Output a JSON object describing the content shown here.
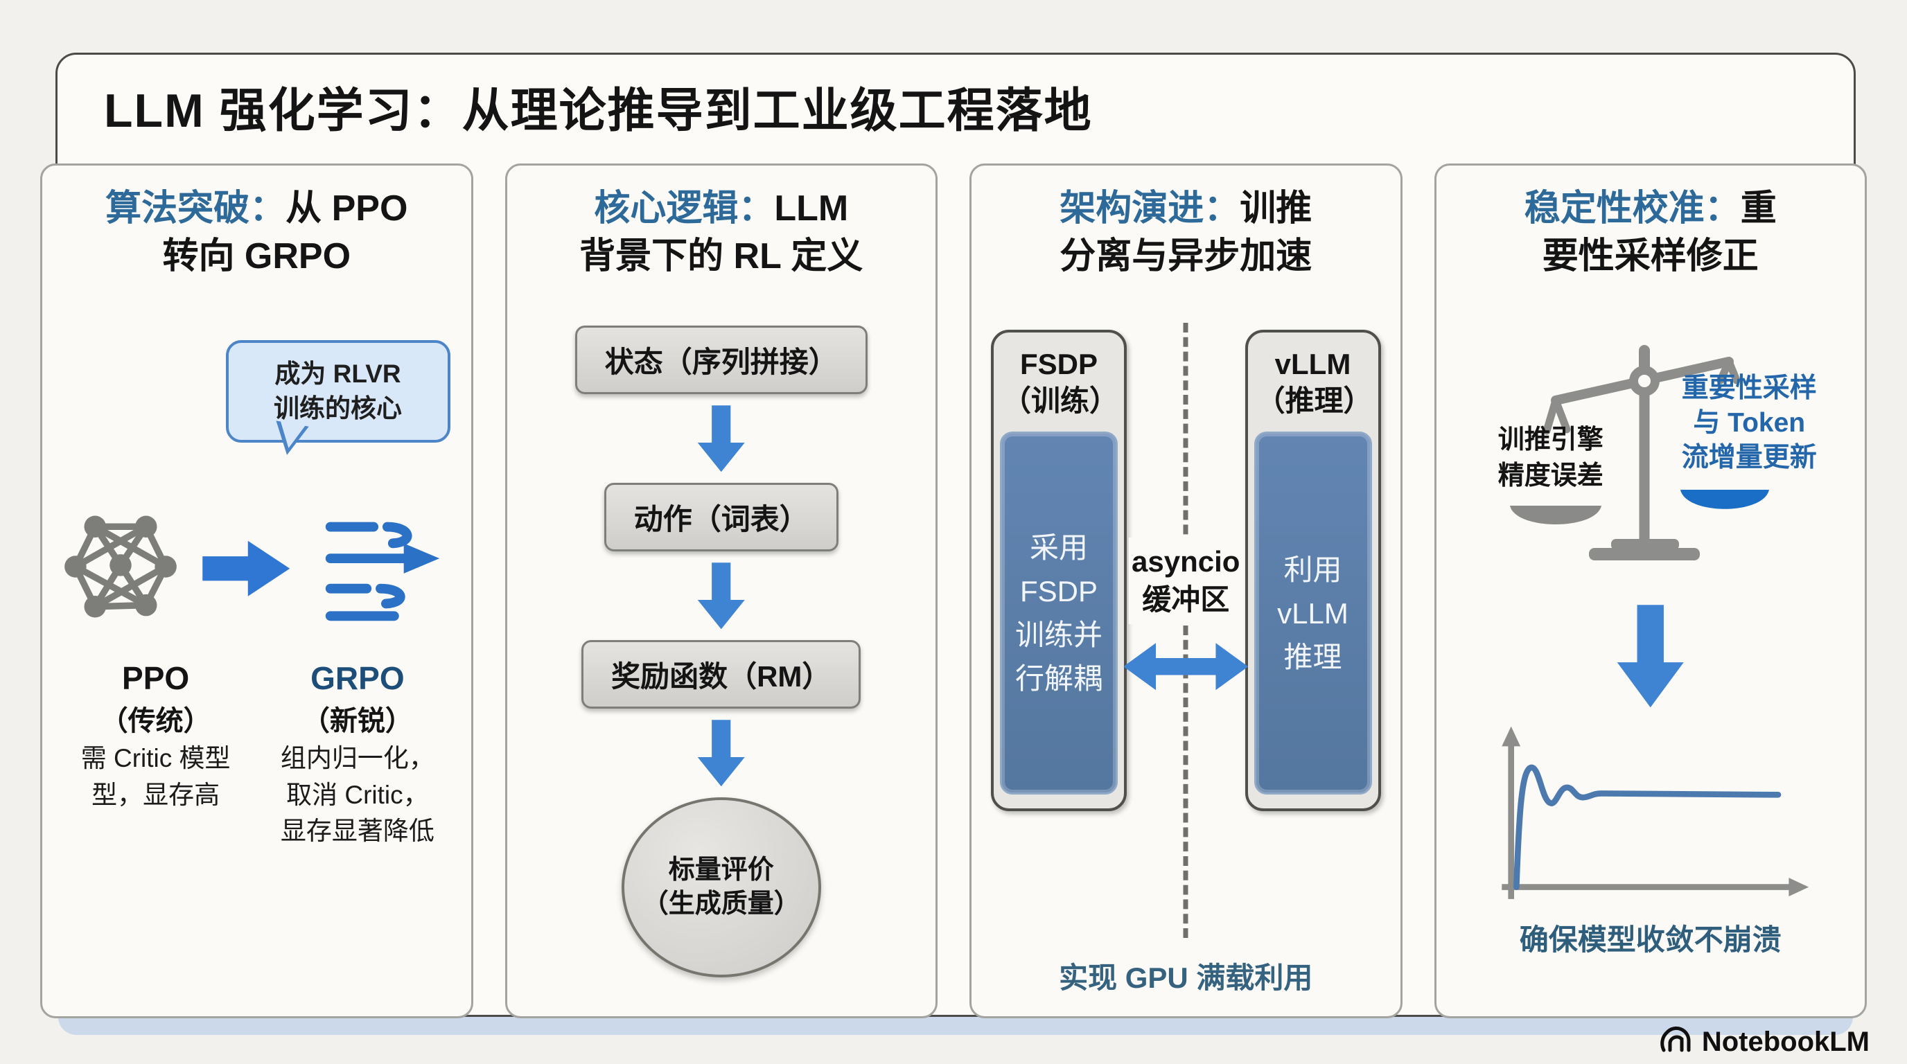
{
  "page": {
    "title": "LLM 强化学习：从理论推导到工业级工程落地",
    "brand": "NotebookLM"
  },
  "colors": {
    "accent_blue": "#2d6a99",
    "arrow_blue": "#3f84d3",
    "inner_panel_blue": "#5b7dab",
    "caption_blue": "#35627f",
    "callout_bg": "#d9e8f8",
    "callout_border": "#4c86c8",
    "bottom_band": "#cbd9eb"
  },
  "panel1": {
    "title_accent": "算法突破：",
    "title_rest_line1": "从 PPO",
    "title_line2": "转向 GRPO",
    "callout_line1": "成为 RLVR",
    "callout_line2": "训练的核心",
    "icons": {
      "ppo": "network-graph-icon",
      "transition": "right-arrow-icon",
      "grpo": "streamline-arrow-icon"
    },
    "ppo_name": "PPO",
    "ppo_tag": "（传统）",
    "ppo_desc_line1": "需 Critic 模型",
    "ppo_desc_line2": "型，显存高",
    "grpo_name": "GRPO",
    "grpo_tag": "（新锐）",
    "grpo_desc_line1": "组内归一化，",
    "grpo_desc_line2": "取消 Critic，",
    "grpo_desc_line3": "显存显著降低"
  },
  "panel2": {
    "title_accent": "核心逻辑：",
    "title_rest_line1": "LLM",
    "title_line2": "背景下的 RL 定义",
    "steps": [
      "状态（序列拼接）",
      "动作（词表）",
      "奖励函数（RM）"
    ],
    "result_line1": "标量评价",
    "result_line2": "（生成质量）"
  },
  "panel3": {
    "title_accent": "架构演进：",
    "title_rest_line1": "训推",
    "title_line2": "分离与异步加速",
    "left_box_title_line1": "FSDP",
    "left_box_title_line2": "（训练）",
    "left_box_body_line1": "采用",
    "left_box_body_line2": "FSDP",
    "left_box_body_line3": "训练并",
    "left_box_body_line4": "行解耦",
    "center_label_line1": "asyncio",
    "center_label_line2": "缓冲区",
    "right_box_title_line1": "vLLM",
    "right_box_title_line2": "（推理）",
    "right_box_body_line1": "利用",
    "right_box_body_line2": "vLLM",
    "right_box_body_line3": "推理",
    "caption": "实现 GPU 满载利用"
  },
  "panel4": {
    "title_accent": "稳定性校准：",
    "title_rest_line1": "重",
    "title_line2": "要性采样修正",
    "left_pan_line1": "训推引擎",
    "left_pan_line2": "精度误差",
    "right_pan_line1": "重要性采样",
    "right_pan_line2": "与 Token",
    "right_pan_line3": "流增量更新",
    "caption": "确保模型收敛不崩溃"
  }
}
